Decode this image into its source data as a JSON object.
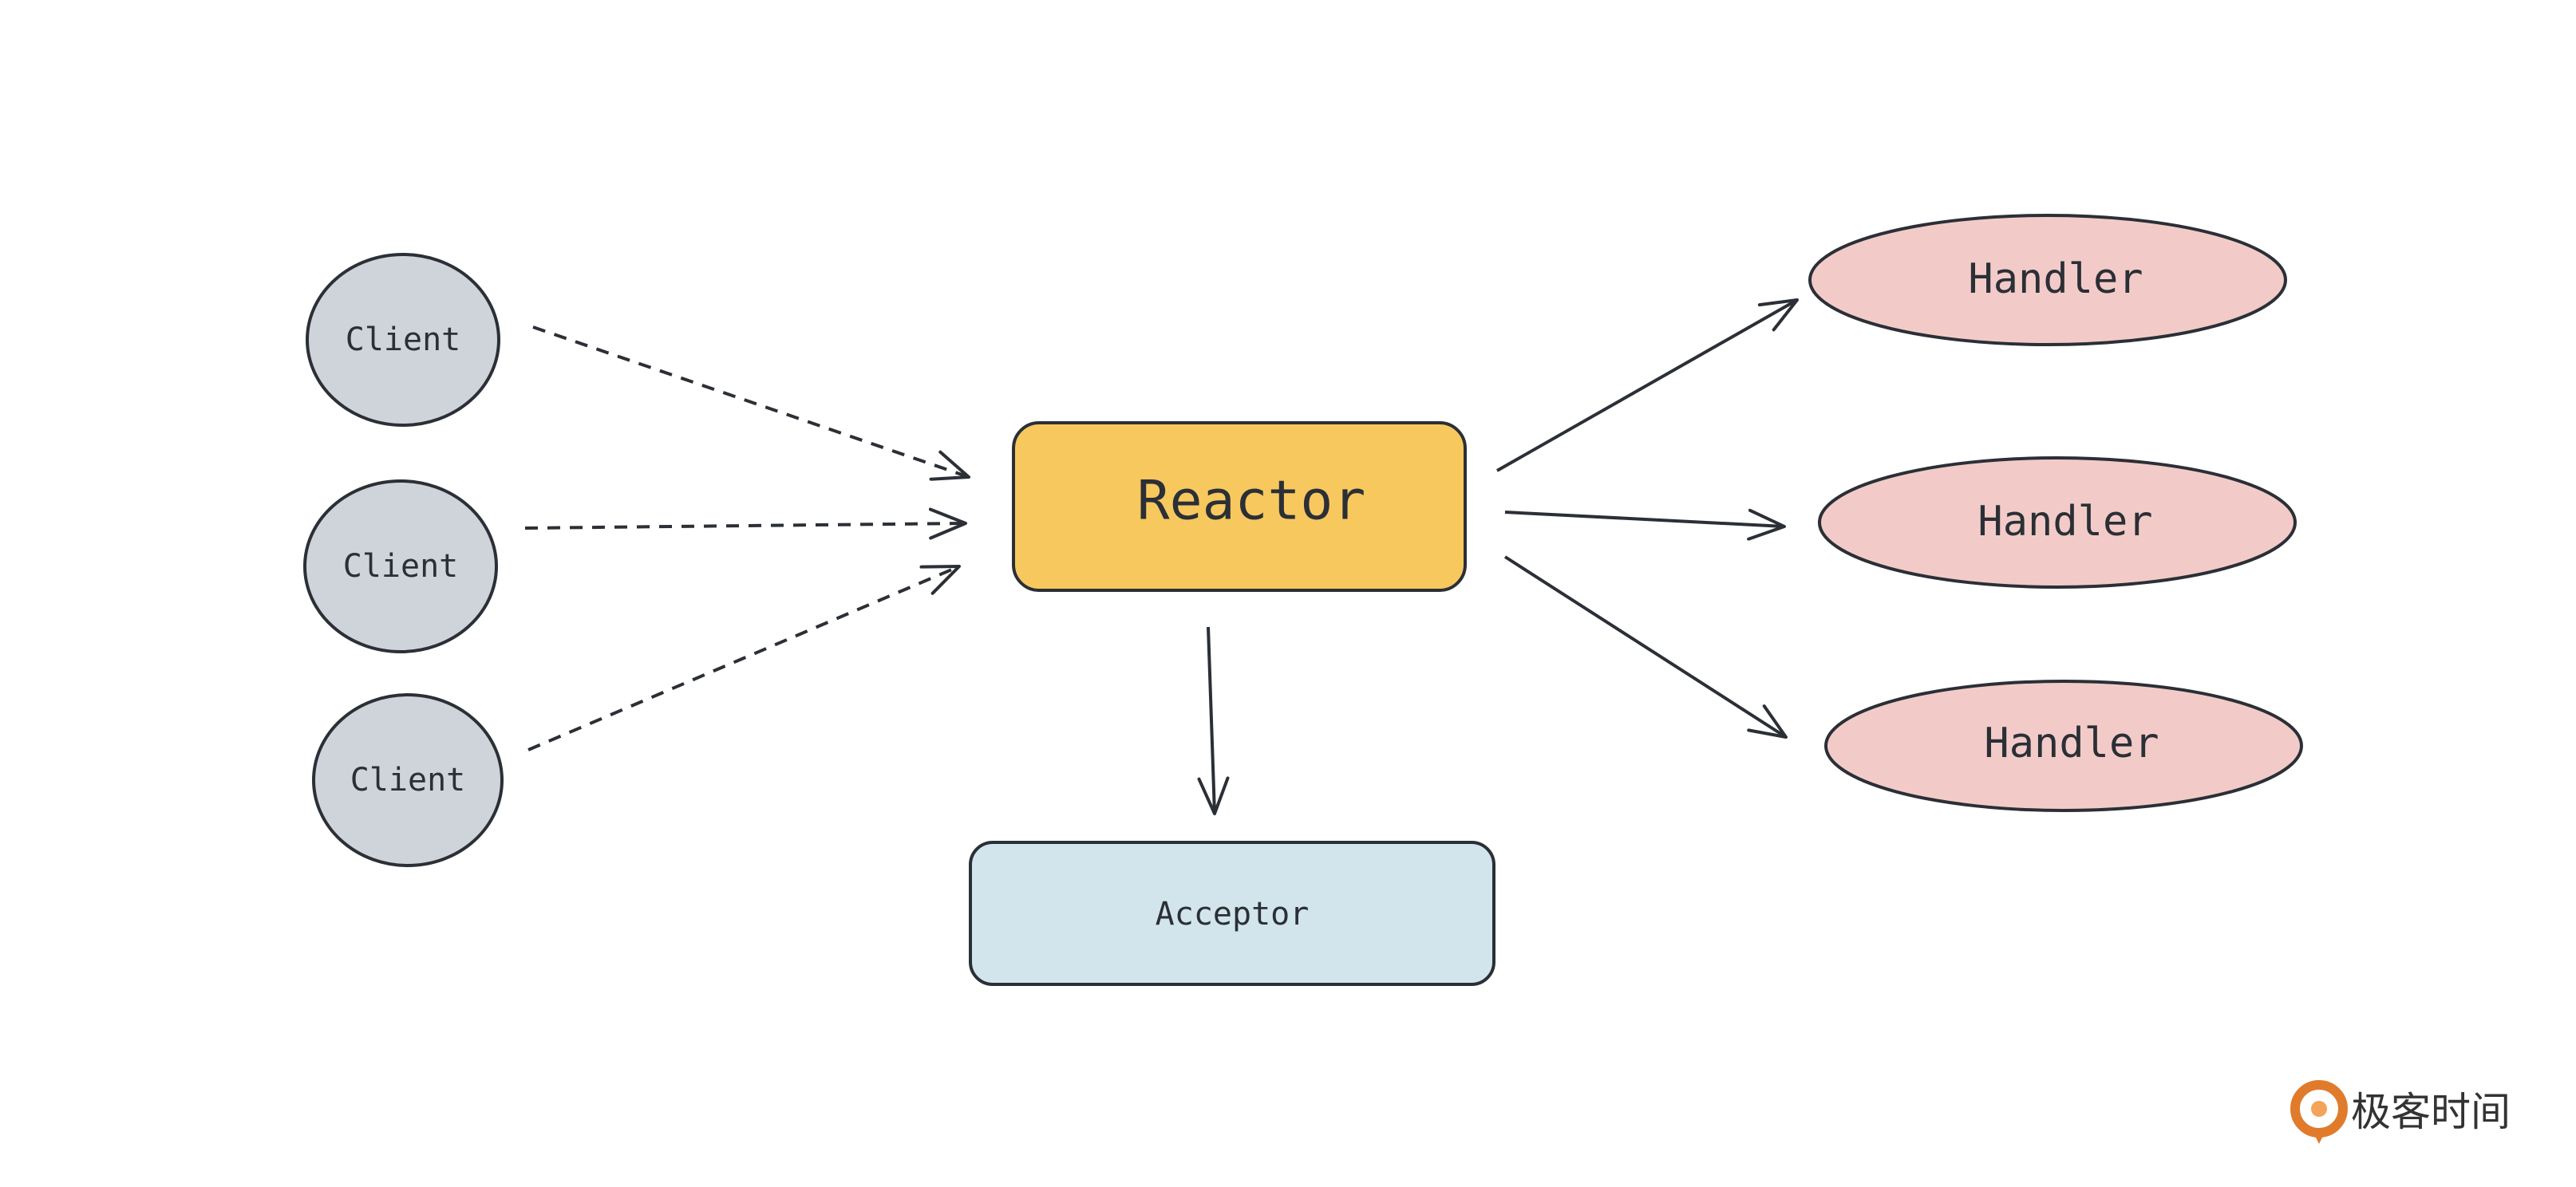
{
  "nodes": {
    "clients": [
      {
        "label": "Client"
      },
      {
        "label": "Client"
      },
      {
        "label": "Client"
      }
    ],
    "reactor": {
      "label": "Reactor"
    },
    "acceptor": {
      "label": "Acceptor"
    },
    "handlers": [
      {
        "label": "Handler"
      },
      {
        "label": "Handler"
      },
      {
        "label": "Handler"
      }
    ]
  },
  "edges": [
    {
      "from": "client-1",
      "to": "reactor",
      "style": "dashed"
    },
    {
      "from": "client-2",
      "to": "reactor",
      "style": "dashed"
    },
    {
      "from": "client-3",
      "to": "reactor",
      "style": "dashed"
    },
    {
      "from": "reactor",
      "to": "acceptor",
      "style": "solid"
    },
    {
      "from": "reactor",
      "to": "handler-1",
      "style": "solid"
    },
    {
      "from": "reactor",
      "to": "handler-2",
      "style": "solid"
    },
    {
      "from": "reactor",
      "to": "handler-3",
      "style": "solid"
    }
  ],
  "colors": {
    "client_fill": "#ced4da",
    "reactor_fill": "#f7c85e",
    "acceptor_fill": "#d3e5ec",
    "handler_fill": "#f2cbc8",
    "stroke": "#2b2f36",
    "logo": "#e07b2c"
  },
  "brand": {
    "text": "极客时间",
    "icon": "geektime-logo-icon"
  }
}
